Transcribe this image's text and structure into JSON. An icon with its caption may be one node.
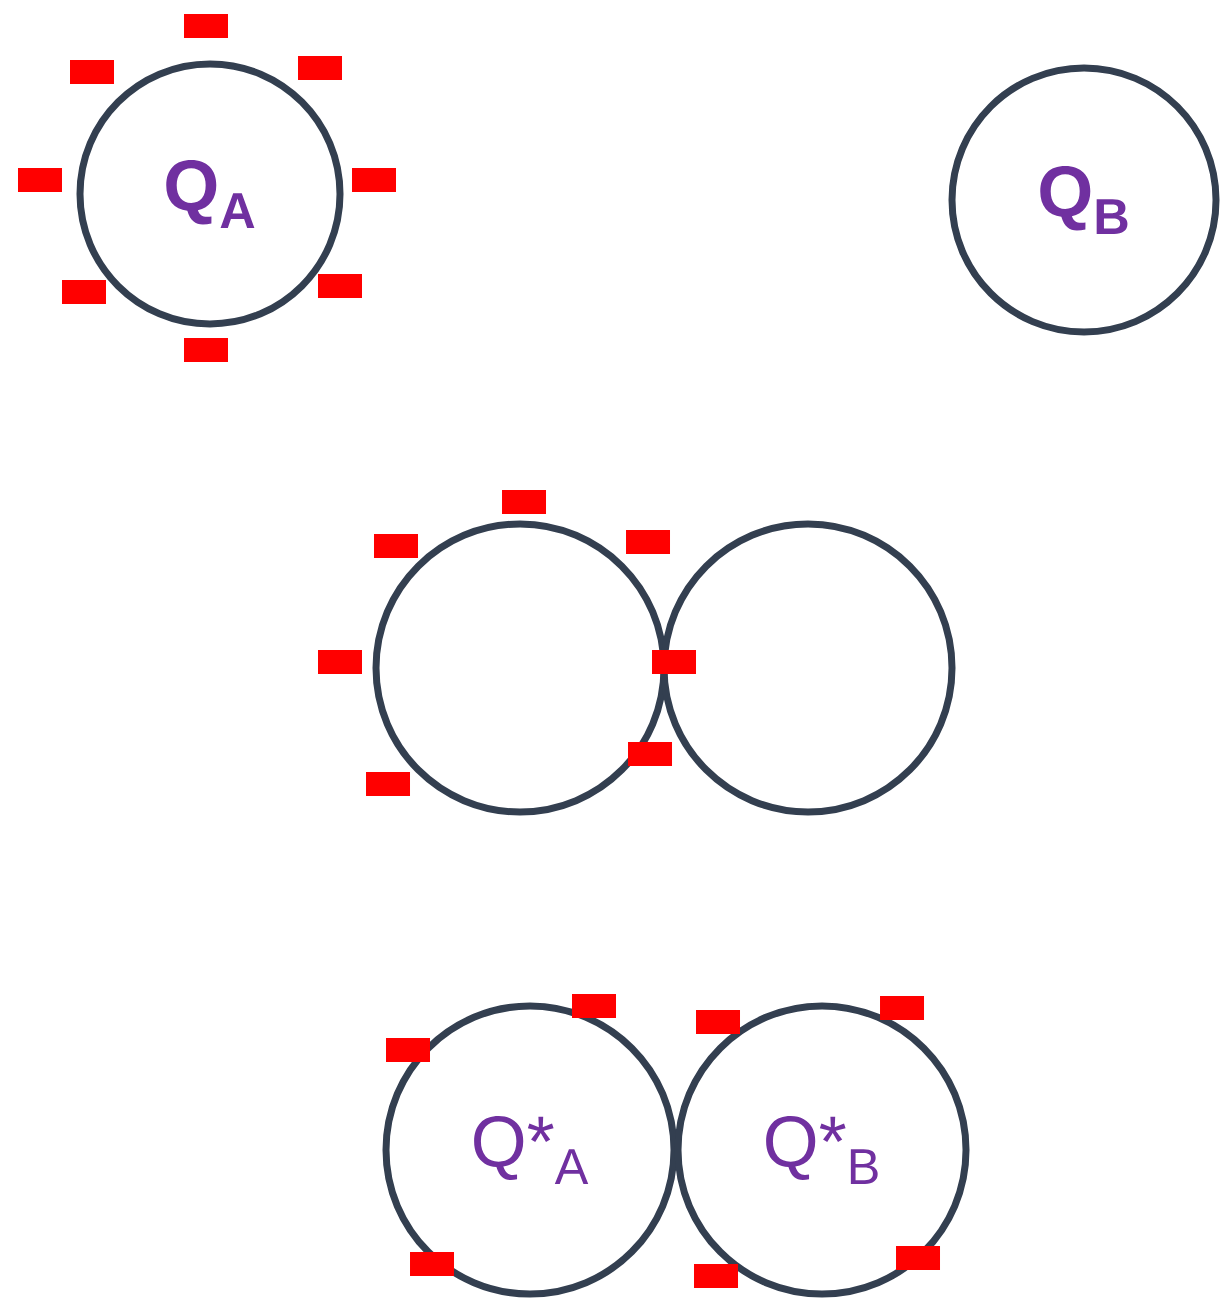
{
  "diagram": {
    "nodes": [
      {
        "text": [
          "Q$_{A}$"
        ]
      },
      {
        "text": [
          "Q$_{B}$"
        ]
      },
      {
        "text": [],
        "shape": "circle"
      },
      {
        "text": [],
        "shape": "circle"
      },
      {
        "text": [
          "Q*$_{A}$"
        ]
      },
      {
        "text": [
          "Q*$_{B}$"
        ]
      }
    ]
  }
}
